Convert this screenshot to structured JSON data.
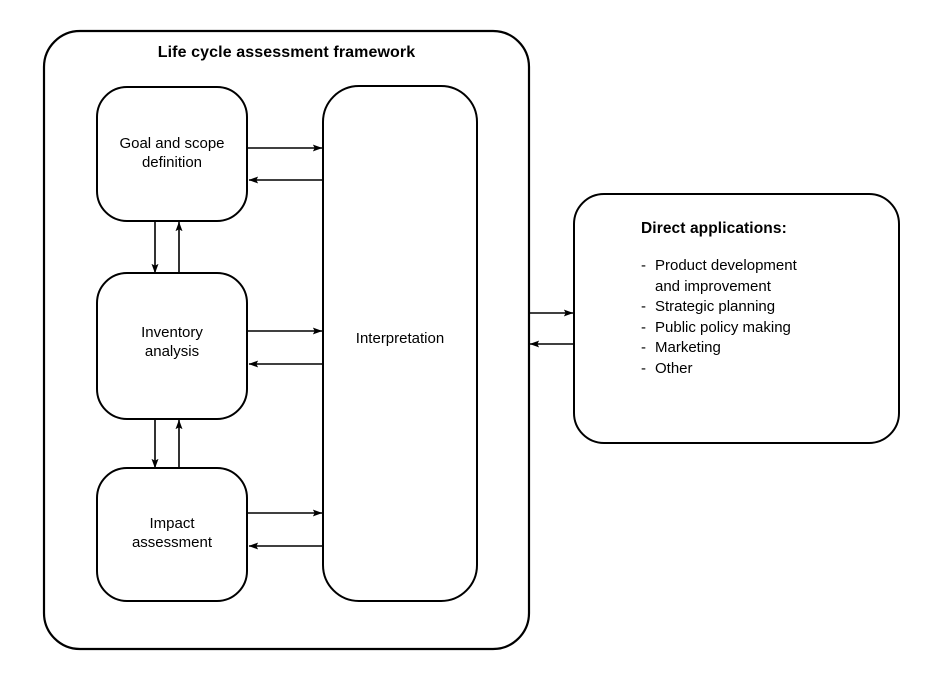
{
  "diagram": {
    "title": "Life cycle assessment framework",
    "framework": {
      "title": "Life cycle assessment framework",
      "phases": [
        {
          "id": "goal-scope",
          "label": "Goal and scope\ndefinition"
        },
        {
          "id": "inventory",
          "label": "Inventory\nanalysis"
        },
        {
          "id": "impact",
          "label": "Impact\nassessment"
        }
      ],
      "interpretation": {
        "id": "interpretation",
        "label": "Interpretation"
      }
    },
    "applications": {
      "heading": "Direct applications:",
      "dash": "-",
      "items": [
        "Product development\nand improvement",
        "Strategic planning",
        "Public policy making",
        "Marketing",
        "Other"
      ]
    },
    "colors": {
      "stroke": "#000000",
      "fill": "#ffffff",
      "text": "#000000"
    }
  }
}
